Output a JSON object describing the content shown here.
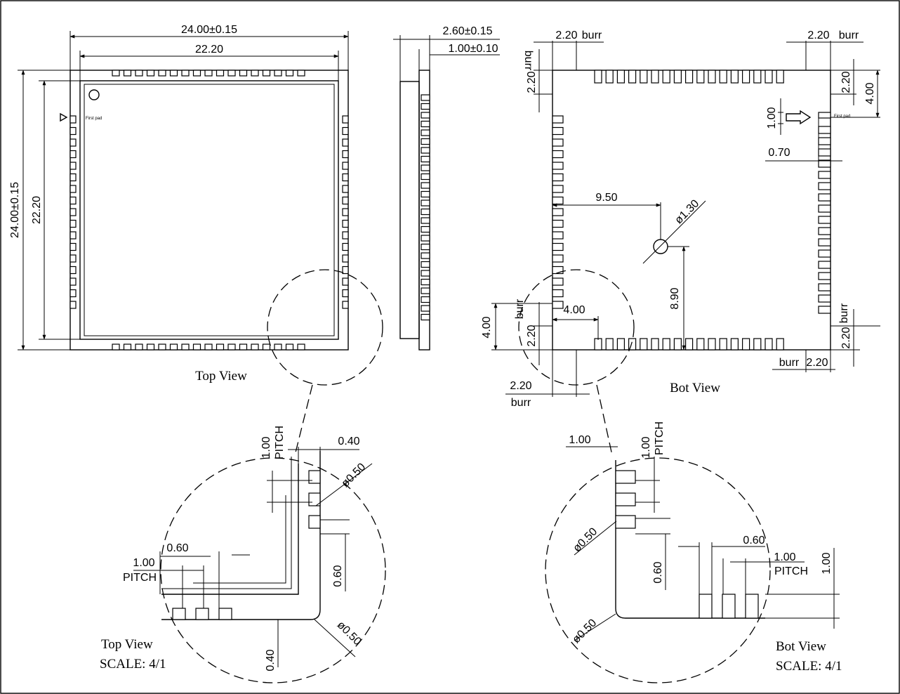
{
  "views": {
    "top_title": "Top View",
    "bot_title": "Bot View",
    "top_detail_title": "Top View",
    "top_detail_scale": "SCALE: 4/1",
    "bot_detail_title": "Bot View",
    "bot_detail_scale": "SCALE: 4/1",
    "first_pad_top": "First pad",
    "first_pad_bot": "First pad"
  },
  "dims": {
    "overall": "24.00±0.15",
    "inner": "22.20",
    "thickness": "2.60±0.15",
    "board": "1.00±0.10",
    "burr_size": "2.20",
    "burr": "burr",
    "corner_400": "4.00",
    "pad_100": "1.00",
    "pad_070": "0.70",
    "center_x": "9.50",
    "center_y": "8.90",
    "hole": "ø1.30",
    "pad_040": "0.40",
    "pad_050": "ø0.50",
    "pad_060": "0.60",
    "pitch_100": "1.00",
    "pitch": "PITCH"
  }
}
